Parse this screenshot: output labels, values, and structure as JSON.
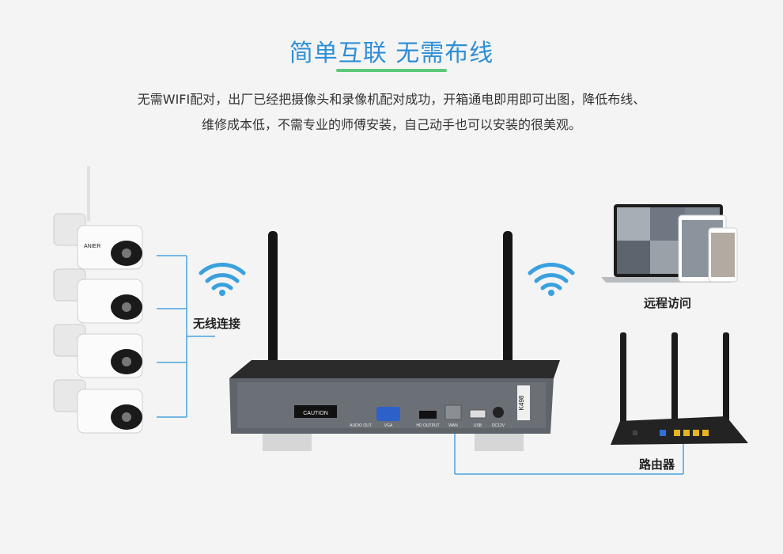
{
  "title": "简单互联  无需布线",
  "description": {
    "line1": "无需WIFI配对，出厂已经把摄像头和录像机配对成功，开箱通电即用即可出图，降低布线、",
    "line2": "维修成本低，不需专业的师傅安装，自己动手也可以安装的很美观。"
  },
  "labels": {
    "wireless": "无线连接",
    "remote": "远程访问",
    "router": "路由器"
  },
  "nvr": {
    "model_tag": "K498",
    "caution": "CAUTION",
    "ports": [
      "AUDIO OUT",
      "VGA",
      "HD OUTPUT",
      "WAN",
      "USB",
      "DC12V"
    ]
  },
  "camera_brand": "ANIER",
  "colors": {
    "accent": "#2e8fd6",
    "underline": "#5cc97a",
    "connector": "#4aa3df"
  }
}
